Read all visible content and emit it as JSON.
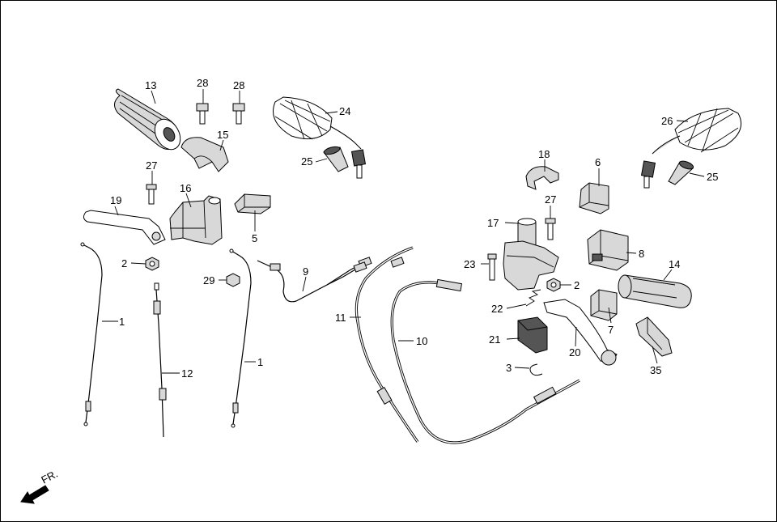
{
  "diagram": {
    "direction_label": "FR.",
    "callouts": [
      {
        "id": "c13",
        "text": "13"
      },
      {
        "id": "c28a",
        "text": "28"
      },
      {
        "id": "c28b",
        "text": "28"
      },
      {
        "id": "c24",
        "text": "24"
      },
      {
        "id": "c15",
        "text": "15"
      },
      {
        "id": "c25a",
        "text": "25"
      },
      {
        "id": "c27a",
        "text": "27"
      },
      {
        "id": "c19",
        "text": "19"
      },
      {
        "id": "c16",
        "text": "16"
      },
      {
        "id": "c5",
        "text": "5"
      },
      {
        "id": "c2a",
        "text": "2"
      },
      {
        "id": "c29",
        "text": "29"
      },
      {
        "id": "c9",
        "text": "9"
      },
      {
        "id": "c1a",
        "text": "1"
      },
      {
        "id": "c12",
        "text": "12"
      },
      {
        "id": "c1b",
        "text": "1"
      },
      {
        "id": "c11",
        "text": "11"
      },
      {
        "id": "c10",
        "text": "10"
      },
      {
        "id": "c26",
        "text": "26"
      },
      {
        "id": "c18",
        "text": "18"
      },
      {
        "id": "c6",
        "text": "6"
      },
      {
        "id": "c25b",
        "text": "25"
      },
      {
        "id": "c27b",
        "text": "27"
      },
      {
        "id": "c17",
        "text": "17"
      },
      {
        "id": "c8",
        "text": "8"
      },
      {
        "id": "c23",
        "text": "23"
      },
      {
        "id": "c14",
        "text": "14"
      },
      {
        "id": "c2b",
        "text": "2"
      },
      {
        "id": "c22",
        "text": "22"
      },
      {
        "id": "c7",
        "text": "7"
      },
      {
        "id": "c21",
        "text": "21"
      },
      {
        "id": "c20",
        "text": "20"
      },
      {
        "id": "c3",
        "text": "3"
      },
      {
        "id": "c35",
        "text": "35"
      }
    ]
  }
}
